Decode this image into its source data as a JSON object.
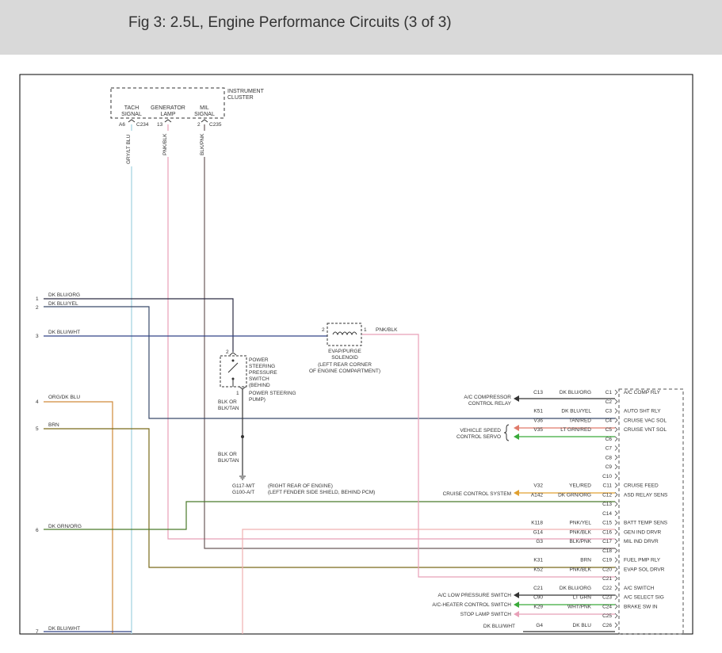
{
  "header": {
    "title": "Fig 3: 2.5L, Engine Performance Circuits (3 of 3)"
  },
  "colors": {
    "header_bg": "#d9d9d9",
    "frame": "#000000"
  },
  "cluster": {
    "name1": "INSTRUMENT",
    "name2": "CLUSTER",
    "pins": [
      {
        "l1": "TACH",
        "l2": "SIGNAL",
        "pin": "A6",
        "conn": "C234"
      },
      {
        "l1": "GENERATOR",
        "l2": "LAMP",
        "pin": "13",
        "conn": ""
      },
      {
        "l1": "MIL",
        "l2": "SIGNAL",
        "pin": "2",
        "conn": "C235"
      }
    ],
    "vwires": [
      "GRY/LT BLU",
      "PNK/BLK",
      "BLK/PNK"
    ]
  },
  "left_wires": [
    {
      "num": "1",
      "label": "DK BLU/ORG"
    },
    {
      "num": "2",
      "label": "DK BLU/YEL"
    },
    {
      "num": "3",
      "label": "DK BLU/WHT"
    },
    {
      "num": "4",
      "label": "ORG/DK BLU"
    },
    {
      "num": "5",
      "label": "BRN"
    },
    {
      "num": "6",
      "label": "DK GRN/ORG"
    },
    {
      "num": "7",
      "label": "DK BLU/WHT"
    }
  ],
  "ps_switch": {
    "pin_top": "2",
    "pin_bot": "1",
    "lines": [
      "POWER",
      "STEERING",
      "PRESSURE",
      "SWITCH",
      "(BEHIND",
      "POWER STEERING",
      "PUMP)"
    ],
    "wire1": [
      "BLK OR",
      "BLK/TAN"
    ],
    "wire2": [
      "BLK OR",
      "BLK/TAN"
    ]
  },
  "ground": {
    "g1": "G117-M/T",
    "g2": "G100-A/T",
    "d1": "(RIGHT REAR OF ENGINE)",
    "d2": "(LEFT FENDER SIDE SHIELD, BEHIND PCM)"
  },
  "evap": {
    "pin_left": "2",
    "pin_right": "1",
    "wire": "PNK/BLK",
    "lines": [
      "EVAP/PURGE",
      "SOLENOID",
      "(LEFT REAR CORNER",
      "OF ENGINE COMPARTMENT)"
    ]
  },
  "pcm_rows": [
    {
      "pin": "C1",
      "wire": "DK BLU/ORG",
      "code": "C13",
      "func": "A/C COMP RLY"
    },
    {
      "pin": "C2",
      "wire": "",
      "code": "",
      "func": ""
    },
    {
      "pin": "C3",
      "wire": "DK BLU/YEL",
      "code": "K51",
      "func": "AUTO SHT RLY"
    },
    {
      "pin": "C4",
      "wire": "TAN/RED",
      "code": "V36",
      "func": "CRUISE VAC SOL"
    },
    {
      "pin": "C5",
      "wire": "LT GRN/RED",
      "code": "V35",
      "func": "CRUISE VNT SOL"
    },
    {
      "pin": "C6",
      "wire": "",
      "code": "",
      "func": ""
    },
    {
      "pin": "C7",
      "wire": "",
      "code": "",
      "func": ""
    },
    {
      "pin": "C8",
      "wire": "",
      "code": "",
      "func": ""
    },
    {
      "pin": "C9",
      "wire": "",
      "code": "",
      "func": ""
    },
    {
      "pin": "C10",
      "wire": "",
      "code": "",
      "func": ""
    },
    {
      "pin": "C11",
      "wire": "YEL/RED",
      "code": "V32",
      "func": "CRUISE FEED"
    },
    {
      "pin": "C12",
      "wire": "DK GRN/ORG",
      "code": "A142",
      "func": "ASD RELAY SENS"
    },
    {
      "pin": "C13",
      "wire": "",
      "code": "",
      "func": ""
    },
    {
      "pin": "C14",
      "wire": "",
      "code": "",
      "func": ""
    },
    {
      "pin": "C15",
      "wire": "PNK/YEL",
      "code": "K118",
      "func": "BATT TEMP SENS"
    },
    {
      "pin": "C16",
      "wire": "PNK/BLK",
      "code": "G14",
      "func": "GEN IND DRVR"
    },
    {
      "pin": "C17",
      "wire": "BLK/PNK",
      "code": "G3",
      "func": "MIL IND DRVR"
    },
    {
      "pin": "C18",
      "wire": "",
      "code": "",
      "func": ""
    },
    {
      "pin": "C19",
      "wire": "BRN",
      "code": "K31",
      "func": "FUEL PMP RLY"
    },
    {
      "pin": "C20",
      "wire": "PNK/BLK",
      "code": "K52",
      "func": "EVAP SOL DRVR"
    },
    {
      "pin": "C21",
      "wire": "",
      "code": "",
      "func": ""
    },
    {
      "pin": "C22",
      "wire": "DK BLU/ORG",
      "code": "C21",
      "func": "A/C SWITCH"
    },
    {
      "pin": "C23",
      "wire": "LT GRN",
      "code": "C90",
      "func": "A/C SELECT SIG"
    },
    {
      "pin": "C24",
      "wire": "WHT/PNK",
      "code": "K29",
      "func": "BRAKE SW IN"
    },
    {
      "pin": "C25",
      "wire": "",
      "code": "",
      "func": ""
    },
    {
      "pin": "C26",
      "wire": "DK BLU",
      "code": "G4",
      "func": ""
    }
  ],
  "destinations": {
    "ac_comp": [
      "A/C COMPRESSOR",
      "CONTROL RELAY"
    ],
    "vss": [
      "VEHICLE SPEED",
      "CONTROL SERVO"
    ],
    "cruise": "CRUISE CONTROL SYSTEM",
    "ac_low": "A/C LOW PRESSURE SWITCH",
    "ac_heater": "A/C-HEATER CONTROL SWITCH",
    "stop_lamp": "STOP LAMP SWITCH",
    "bottom_wire": "DK BLU/WHT"
  }
}
